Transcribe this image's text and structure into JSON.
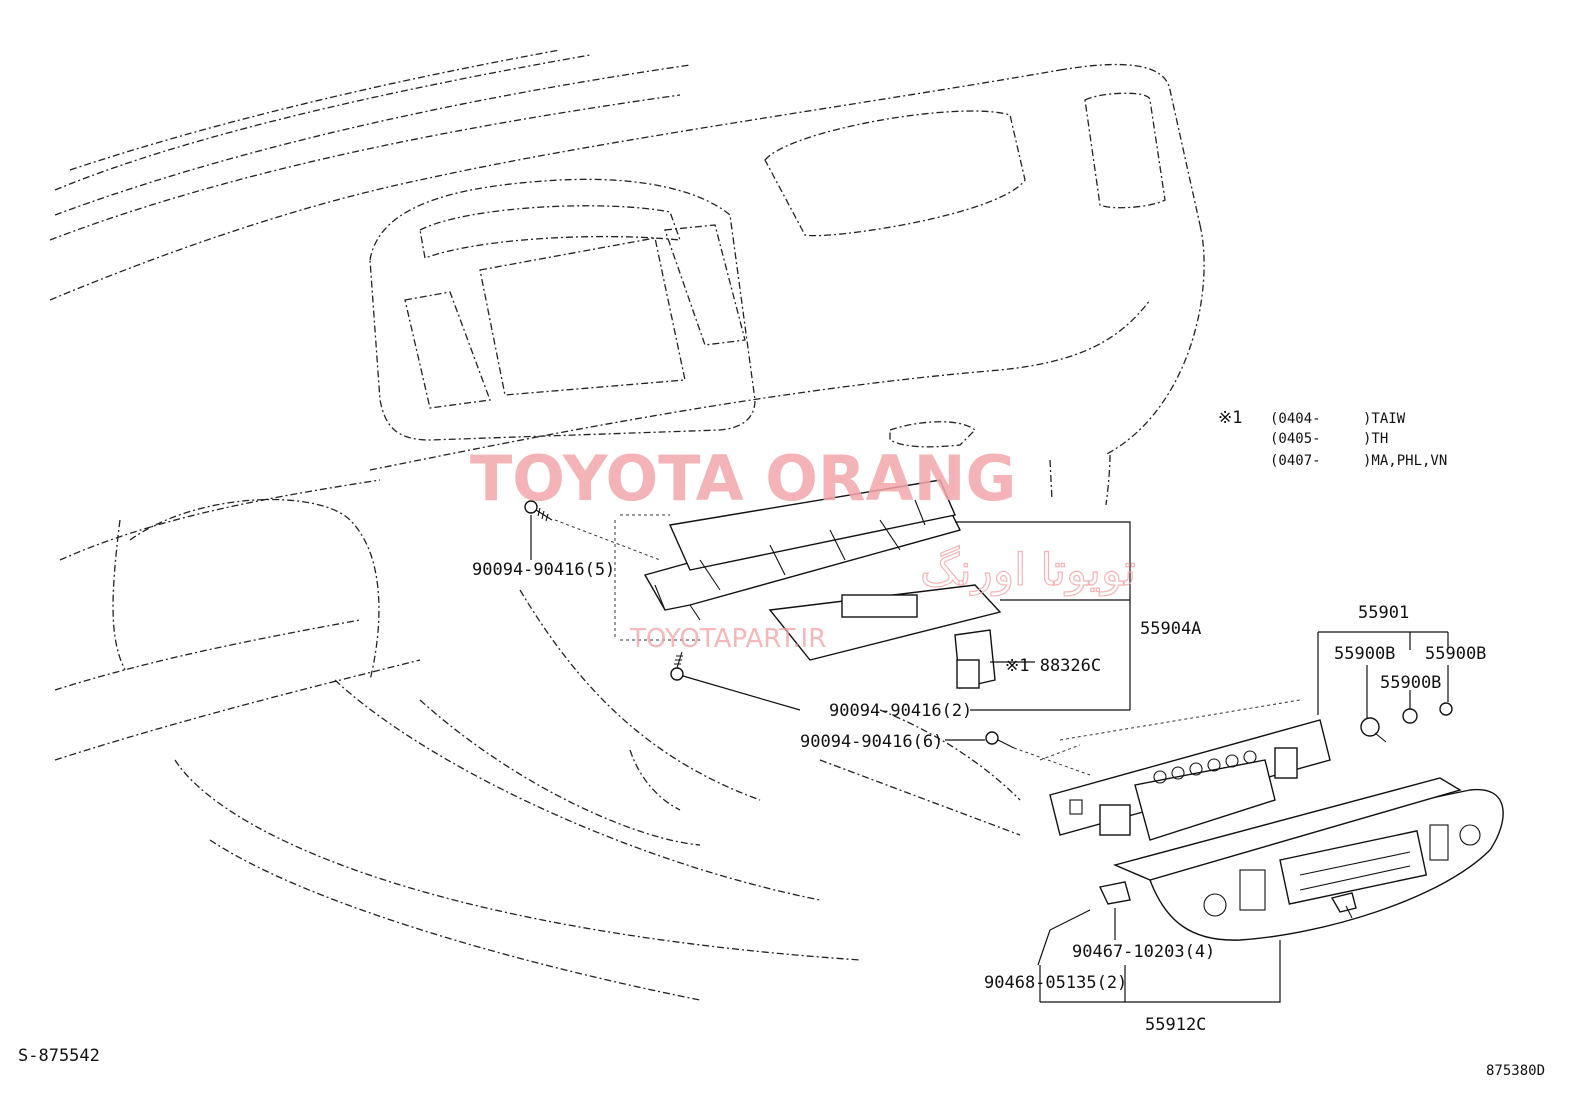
{
  "watermark": {
    "main": "TOYOTA ORANG",
    "arabic": "تویوتا اورنگ",
    "site": "TOYOTAPART.IR"
  },
  "footnote": {
    "mark": "※1",
    "rows": [
      {
        "code": "(0404-",
        "region": ")TAIW"
      },
      {
        "code": "(0405-",
        "region": ")TH"
      },
      {
        "code": "(0407-",
        "region": ")MA,PHL,VN"
      }
    ]
  },
  "callouts": {
    "screw_5": "90094-90416(5)",
    "bracket_assy": "55904A",
    "connector": "※1 88326C",
    "screw_2": "90094-90416(2)",
    "screw_6": "90094-90416(6)",
    "panel_assy": "55901",
    "knob_1": "55900B",
    "knob_2": "55900B",
    "knob_3": "55900B",
    "clip_4": "90467-10203(4)",
    "clip_2": "90468-05135(2)",
    "bezel": "55912C"
  },
  "footer": {
    "left_code": "S-875542",
    "right_code": "875380D"
  }
}
